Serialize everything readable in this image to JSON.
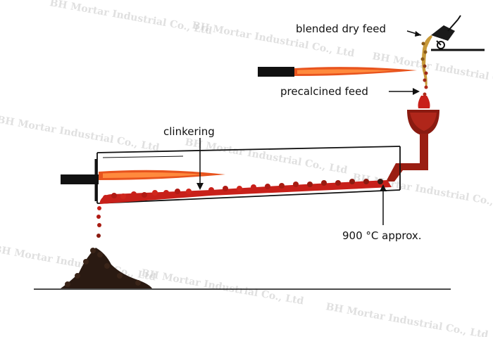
{
  "labels": {
    "blended_dry_feed": "blended dry feed",
    "precalcined_feed": "precalcined feed",
    "clinkering": "clinkering",
    "temperature": "900 °C approx."
  },
  "watermark": "BH Mortar Industrial Co., Ltd",
  "colors": {
    "flame_outer": "#e8541e",
    "flame_inner": "#ff8a3d",
    "clinker_red": "#c8201a",
    "dark_red": "#8a1a10",
    "clinker_pile": "#2a1a12",
    "burner": "#111111",
    "line": "#111111",
    "feed_brown": "#8a5a1a"
  }
}
